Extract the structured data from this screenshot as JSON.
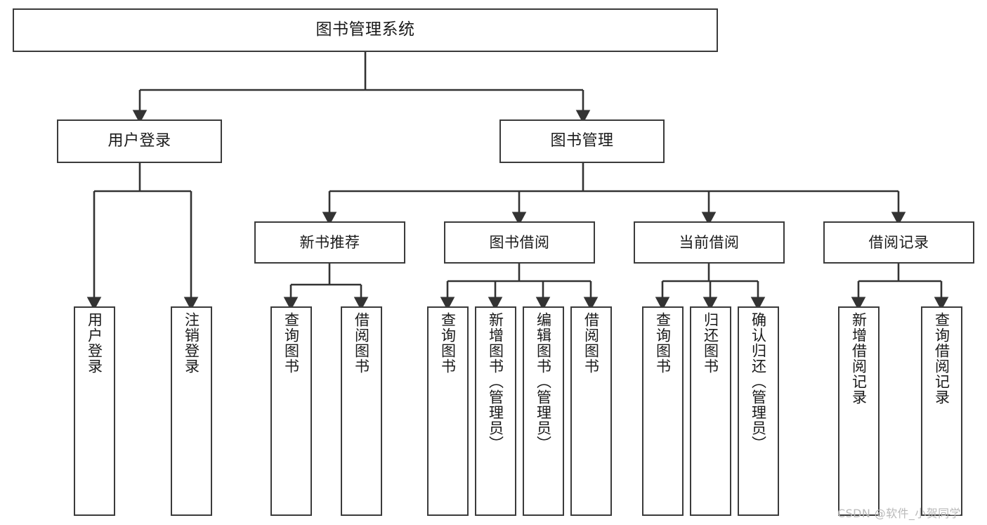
{
  "diagram": {
    "title": "图书管理系统",
    "type": "tree-hierarchy-chart",
    "root": {
      "id": "root",
      "label": "图书管理系统"
    },
    "level1": [
      {
        "id": "user-login",
        "label": "用户登录"
      },
      {
        "id": "book-manage",
        "label": "图书管理"
      }
    ],
    "level2": [
      {
        "id": "new-book-rec",
        "label": "新书推荐",
        "parent": "book-manage"
      },
      {
        "id": "book-borrow",
        "label": "图书借阅",
        "parent": "book-manage"
      },
      {
        "id": "current-borrow",
        "label": "当前借阅",
        "parent": "book-manage"
      },
      {
        "id": "borrow-record",
        "label": "借阅记录",
        "parent": "book-manage"
      }
    ],
    "leaves": {
      "user_login": [
        {
          "id": "leaf-user-login",
          "label": "用户登录"
        },
        {
          "id": "leaf-user-logout",
          "label": "注销登录"
        }
      ],
      "new_book_rec": [
        {
          "id": "leaf-query-book-1",
          "label": "查询图书"
        },
        {
          "id": "leaf-borrow-book-1",
          "label": "借阅图书"
        }
      ],
      "book_borrow": [
        {
          "id": "leaf-query-book-2",
          "label": "查询图书"
        },
        {
          "id": "leaf-add-book",
          "label": "新增图书（管理员）"
        },
        {
          "id": "leaf-edit-book",
          "label": "编辑图书（管理员）"
        },
        {
          "id": "leaf-borrow-book-2",
          "label": "借阅图书"
        }
      ],
      "current_borrow": [
        {
          "id": "leaf-query-book-3",
          "label": "查询图书"
        },
        {
          "id": "leaf-return-book",
          "label": "归还图书"
        },
        {
          "id": "leaf-confirm-return",
          "label": "确认归还（管理员）"
        }
      ],
      "borrow_record": [
        {
          "id": "leaf-add-record",
          "label": "新增借阅记录"
        },
        {
          "id": "leaf-query-record",
          "label": "查询借阅记录"
        }
      ]
    }
  },
  "watermark": {
    "text": "CSDN @软件_小贺同学"
  },
  "colors": {
    "background": "#ffffff",
    "box_border": "#3b3b3b",
    "connector": "#333333",
    "text": "#1a1a1a",
    "watermark_text": "#b9b9b9"
  }
}
